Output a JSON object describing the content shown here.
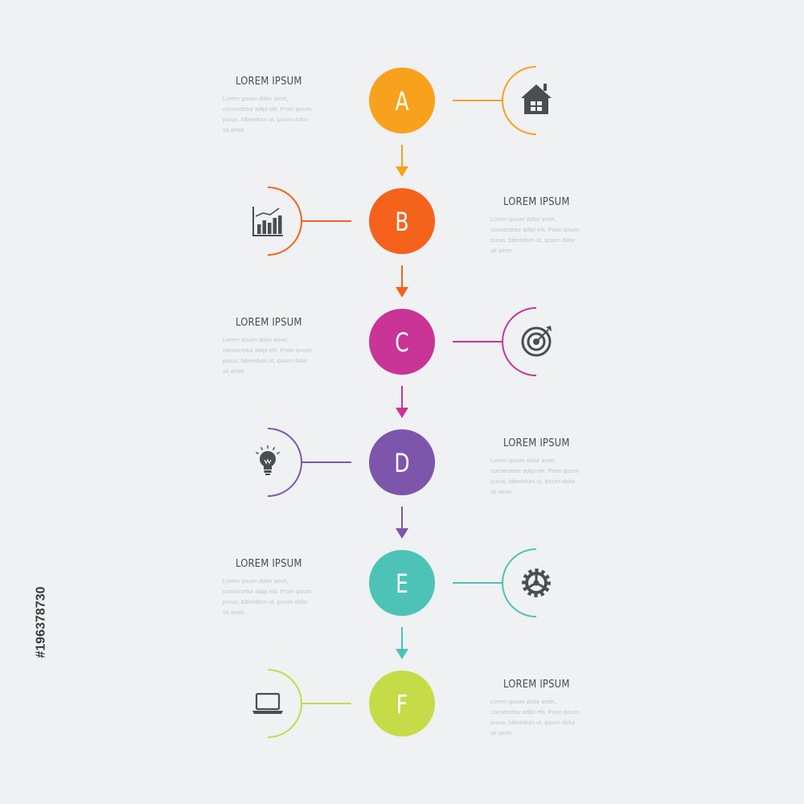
{
  "steps": [
    {
      "letter": "A",
      "color": "#f8a11c",
      "icon": "house-icon",
      "icon_side": "right",
      "text_side": "left",
      "title": "LOREM IPSUM",
      "body": "Lorem ipsum dolor amet, consectetur adipi elit. Proin ipsum purus, bibendum ut, ipsum dolor sit amet."
    },
    {
      "letter": "B",
      "color": "#f5621c",
      "icon": "bar-chart-icon",
      "icon_side": "left",
      "text_side": "right",
      "title": "LOREM IPSUM",
      "body": "Lorem ipsum dolor amet, consectetur adipi elit. Proin ipsum purus, bibendum ut, ipsum dolor sit amet."
    },
    {
      "letter": "C",
      "color": "#c93496",
      "icon": "target-icon",
      "icon_side": "right",
      "text_side": "left",
      "title": "LOREM IPSUM",
      "body": "Lorem ipsum dolor amet, consectetur adipi elit. Proin ipsum purus, bibendum ut, ipsum dolor sit amet."
    },
    {
      "letter": "D",
      "color": "#7d56ab",
      "icon": "lightbulb-icon",
      "icon_side": "left",
      "text_side": "right",
      "title": "LOREM IPSUM",
      "body": "Lorem ipsum dolor amet, consectetur adipi elit. Proin ipsum purus, bibendum ut, ipsum dolor sit amet."
    },
    {
      "letter": "E",
      "color": "#4cc3b6",
      "icon": "gear-icon",
      "icon_side": "right",
      "text_side": "left",
      "title": "LOREM IPSUM",
      "body": "Lorem ipsum dolor amet, consectetur adipi elit. Proin ipsum purus, bibendum ut, ipsum dolor sit amet."
    },
    {
      "letter": "F",
      "color": "#c5dc48",
      "icon": "laptop-icon",
      "icon_side": "left",
      "text_side": "right",
      "title": "LOREM IPSUM",
      "body": "Lorem ipsum dolor amet, consectetur adipi elit. Proin ipsum purus, bibendum ut, ipsum dolor sit amet."
    }
  ],
  "icon_color": "#4a4d52",
  "watermark_text": "#196378730"
}
